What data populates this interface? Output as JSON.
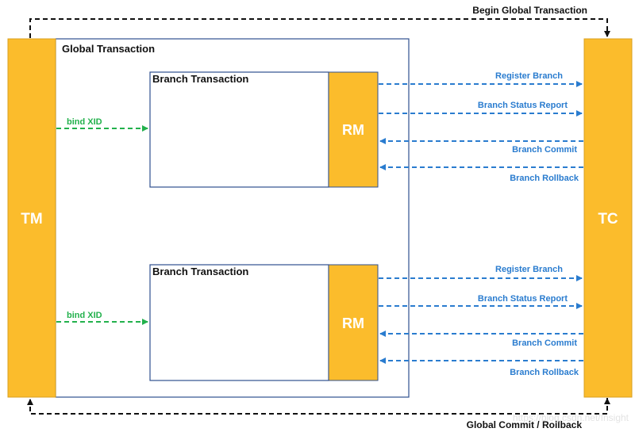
{
  "tm": {
    "label": "TM"
  },
  "tc": {
    "label": "TC"
  },
  "global": {
    "title": "Global Transaction"
  },
  "top_arrow_label": "Begin Global Transaction",
  "bottom_arrow_label": "Global Commit / Rollback",
  "watermark": "https://blog.csdn.net/Insight",
  "colors": {
    "yellow": "#fbbc2c",
    "blue": "#2a7ccf",
    "green": "#22b14c",
    "border": "#2f4f8f"
  },
  "branches": [
    {
      "title": "Branch Transaction",
      "rm": "RM",
      "bind": "bind XID",
      "register": "Register Branch",
      "status": "Branch Status Report",
      "commit": "Branch Commit",
      "rollback": "Branch Rollback"
    },
    {
      "title": "Branch Transaction",
      "rm": "RM",
      "bind": "bind XID",
      "register": "Register Branch",
      "status": "Branch Status Report",
      "commit": "Branch Commit",
      "rollback": "Branch Rollback"
    }
  ]
}
